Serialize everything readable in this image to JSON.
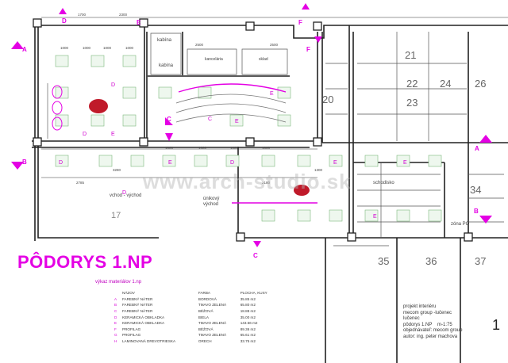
{
  "drawing_title": "PÔDORYS 1.NP",
  "watermark": "www.arch-studio.sk",
  "materials": {
    "title": "výkaz materiálov  1.np",
    "headers": [
      "NÁZOV",
      "FARBA",
      "PLOCHA, KUSY"
    ],
    "rows": [
      {
        "key": "A",
        "name": "FAREBNÝ NÁTER",
        "color": "BORDOVÁ",
        "amount": "35.85 m2"
      },
      {
        "key": "B",
        "name": "FAREBNÝ NÁTER",
        "color": "TMAVO ZELENÁ",
        "amount": "65.80 m2"
      },
      {
        "key": "C",
        "name": "FAREBNÝ NÁTER",
        "color": "BÉŽOVÁ",
        "amount": "18.88 m2"
      },
      {
        "key": "D",
        "name": "KERAMICKÁ OBKLADKA",
        "color": "BIELA",
        "amount": "35.00 m2"
      },
      {
        "key": "E",
        "name": "KERAMICKÁ OBKLADKA",
        "color": "TMAVO ZELENÁ",
        "amount": "143.56 m2"
      },
      {
        "key": "F",
        "name": "PROFILAG",
        "color": "BÉŽOVÁ",
        "amount": "89.36 m2"
      },
      {
        "key": "G",
        "name": "PROFILAG",
        "color": "TMAVO ZELENÁ",
        "amount": "65.61 m2"
      },
      {
        "key": "H",
        "name": "LAMINOVANÁ DREVOTRIESKA",
        "color": "ORECH",
        "amount": "33.75 m2"
      }
    ]
  },
  "project": {
    "line1": "projekt interiéru",
    "line2": "mecom group -lučenec",
    "place": "lučenec",
    "plan": "pôdorys 1.NP",
    "scale": "m-1:75",
    "client": "objednávateľ:  mecom group",
    "author": "autor:  ing. peter machova",
    "sheet": "1"
  },
  "room_labels": {
    "cabin1": "kabína",
    "cabin2": "kabína",
    "office1": "kancelária",
    "office2": "sklad",
    "exit": "vchod - východ",
    "emergency": "únikový východ",
    "stair": "schodisko",
    "area17": "17",
    "zone1": "zóna PO"
  },
  "room_numbers": [
    "21",
    "22",
    "23",
    "24",
    "20",
    "26",
    "34",
    "35",
    "36",
    "37"
  ],
  "section_marks": [
    "A",
    "A",
    "B",
    "B",
    "C",
    "C",
    "D",
    "E",
    "F",
    "F"
  ],
  "floor_letters": [
    "D",
    "D",
    "E",
    "D",
    "E",
    "D",
    "E",
    "E",
    "D",
    "E",
    "E",
    "E",
    "C"
  ],
  "dimensions": [
    "1700",
    "2300",
    "1000",
    "1000",
    "1000",
    "1000",
    "2500",
    "2500",
    "1000",
    "1000",
    "2785",
    "3280",
    "2180",
    "1000",
    "1300",
    "1000"
  ],
  "colors": {
    "accent": "#e400e4",
    "wall": "#222222",
    "grid": "#7db87d",
    "logo": "#c01a2a"
  }
}
